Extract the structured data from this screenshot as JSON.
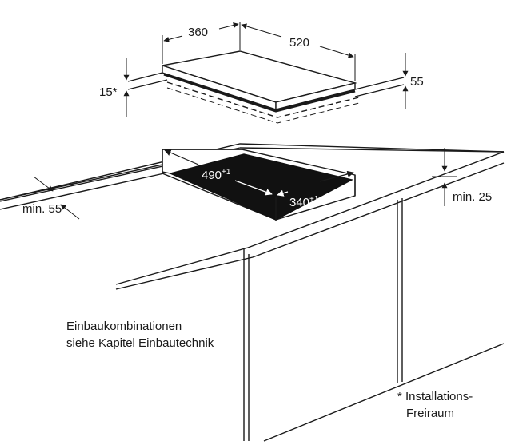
{
  "dimensions": {
    "hob_depth": "360",
    "hob_width": "520",
    "hob_height": "55",
    "clearance_height": "15*",
    "cutout_width": "490",
    "cutout_width_tolerance": "+1",
    "cutout_depth": "340",
    "cutout_depth_tolerance": "+1",
    "min_front_distance": "min. 55",
    "min_worktop_thickness": "min. 25"
  },
  "notes": {
    "combinations_line1": "Einbaukombinationen",
    "combinations_line2": "siehe Kapitel Einbautechnik",
    "installation_line1": "* Installations-",
    "installation_line2": "Freiraum"
  },
  "colors": {
    "line": "#1a1a1a",
    "cutout_fill": "#111111",
    "hob_glass": "#111111"
  }
}
